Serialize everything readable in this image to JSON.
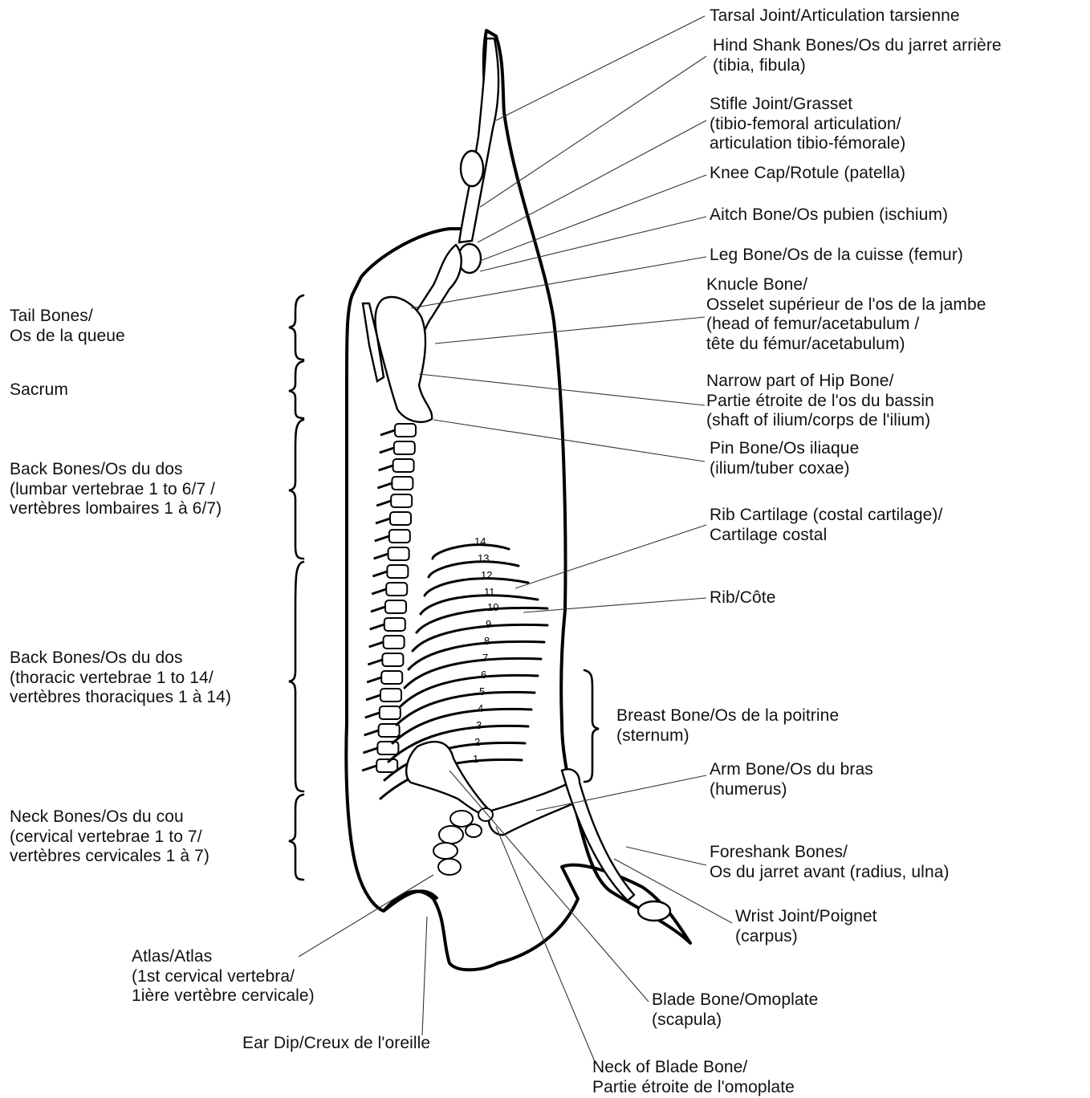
{
  "labels_right": {
    "tarsal": [
      "Tarsal Joint/Articulation tarsienne"
    ],
    "hind_shank": [
      "Hind Shank Bones/Os du jarret arrière",
      "(tibia, fibula)"
    ],
    "stifle": [
      "Stifle Joint/Grasset",
      "(tibio-femoral articulation/",
      "articulation tibio-fémorale)"
    ],
    "knee_cap": [
      "Knee Cap/Rotule (patella)"
    ],
    "aitch": [
      "Aitch Bone/Os pubien (ischium)"
    ],
    "leg_bone": [
      "Leg Bone/Os de la cuisse (femur)"
    ],
    "knucle": [
      "Knucle Bone/",
      "Osselet supérieur de l'os de la jambe",
      "(head of femur/acetabulum /",
      "tête du fémur/acetabulum)"
    ],
    "narrow_hip": [
      "Narrow part of Hip Bone/",
      "Partie étroite de l'os du bassin",
      "(shaft of ilium/corps de l'ilium)"
    ],
    "pin_bone": [
      "Pin Bone/Os iliaque",
      "(ilium/tuber coxae)"
    ],
    "rib_cartilage": [
      "Rib Cartilage (costal cartilage)/",
      "Cartilage costal"
    ],
    "rib": [
      "Rib/Côte"
    ],
    "breast_bone": [
      "Breast Bone/Os de la poitrine",
      "(sternum)"
    ],
    "arm_bone": [
      "Arm Bone/Os du bras",
      "(humerus)"
    ],
    "foreshank": [
      "Foreshank Bones/",
      "Os du jarret avant (radius, ulna)"
    ],
    "wrist": [
      "Wrist Joint/Poignet",
      "(carpus)"
    ],
    "blade_bone": [
      "Blade Bone/Omoplate",
      "(scapula)"
    ],
    "neck_blade": [
      "Neck of Blade Bone/",
      "Partie étroite de l'omoplate"
    ]
  },
  "labels_left": {
    "tail": [
      "Tail Bones/",
      "Os de la queue"
    ],
    "sacrum": [
      "Sacrum"
    ],
    "lumbar": [
      "Back Bones/Os du dos",
      "(lumbar vertebrae 1 to 6/7 /",
      "vertèbres lombaires 1 à 6/7)"
    ],
    "thoracic": [
      "Back Bones/Os du dos",
      "(thoracic vertebrae 1 to 14/",
      "vertèbres thoraciques 1 à 14)"
    ],
    "neck": [
      "Neck Bones/Os du cou",
      "(cervical vertebrae 1 to 7/",
      "vertèbres cervicales 1 à 7)"
    ]
  },
  "labels_bottom": {
    "atlas": [
      "Atlas/Atlas",
      "(1st cervical vertebra/",
      "1ière vertèbre cervicale)"
    ],
    "ear_dip": [
      "Ear Dip/Creux de l'oreille"
    ]
  },
  "rib_numbers": [
    "1",
    "2",
    "3",
    "4",
    "5",
    "6",
    "7",
    "8",
    "9",
    "10",
    "11",
    "12",
    "13",
    "14"
  ]
}
